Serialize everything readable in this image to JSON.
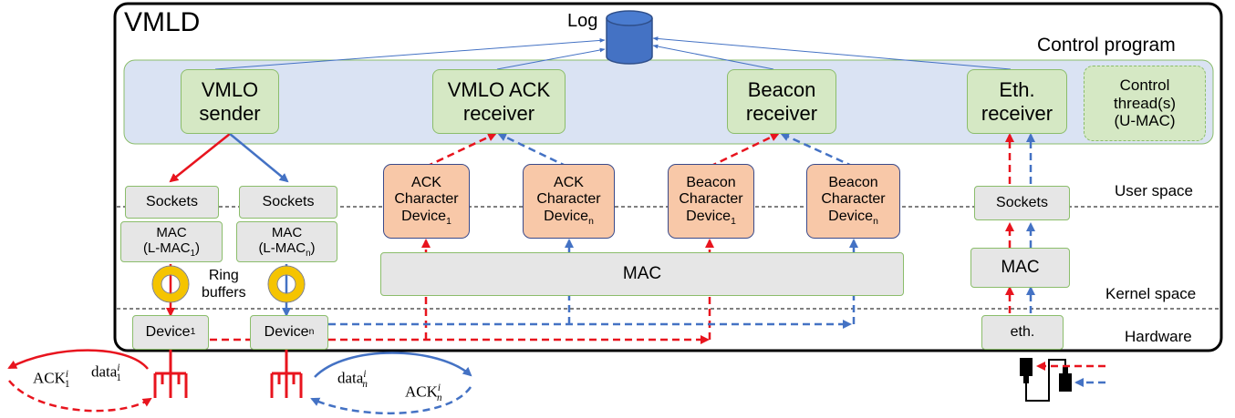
{
  "title": "VMLD",
  "log_label": "Log",
  "control_program_label": "Control program",
  "layers": {
    "user_space": "User space",
    "kernel_space": "Kernel space",
    "hardware": "Hardware"
  },
  "control_boxes": {
    "vmlo_sender": [
      "VMLO",
      "sender"
    ],
    "vmlo_ack_receiver": [
      "VMLO ACK",
      "receiver"
    ],
    "beacon_receiver": [
      "Beacon",
      "receiver"
    ],
    "eth_receiver": [
      "Eth.",
      "receiver"
    ],
    "control_thread": [
      "Control",
      "thread(s)",
      "(U-MAC)"
    ]
  },
  "sockets_label": "Sockets",
  "mac_label": "MAC",
  "lmac1": [
    "MAC",
    "(L-MAC",
    "1",
    ")"
  ],
  "lmacn": [
    "MAC",
    "(L-MAC",
    "n",
    ")"
  ],
  "ring_buffers": [
    "Ring",
    "buffers"
  ],
  "device1": [
    "Device",
    "1"
  ],
  "devicen": [
    "Device",
    "n"
  ],
  "eth_device": "eth.",
  "char_devices": [
    {
      "l1": "ACK",
      "l2": "Character",
      "l3": "Device",
      "sub": "1"
    },
    {
      "l1": "ACK",
      "l2": "Character",
      "l3": "Device",
      "sub": "n"
    },
    {
      "l1": "Beacon",
      "l2": "Character",
      "l3": "Device",
      "sub": "1"
    },
    {
      "l1": "Beacon",
      "l2": "Character",
      "l3": "Device",
      "sub": "n"
    }
  ],
  "antenna_labels": {
    "ack1": {
      "base": "ACK",
      "sub": "1",
      "sup": "i"
    },
    "data1": {
      "base": "data",
      "sub": "1",
      "sup": "i"
    },
    "datan": {
      "base": "data",
      "sub": "n",
      "sup": "i"
    },
    "ackn": {
      "base": "ACK",
      "sub": "n",
      "sup": "i"
    }
  },
  "colors": {
    "red": "#e8141e",
    "blue": "#4472c4",
    "green_fill": "#d5e8c4",
    "control_band": "#dae3f3",
    "orange_fill": "#f8c8a8",
    "gray_fill": "#e6e6e6",
    "ring": "#f5c400",
    "log": "#4472c4"
  }
}
